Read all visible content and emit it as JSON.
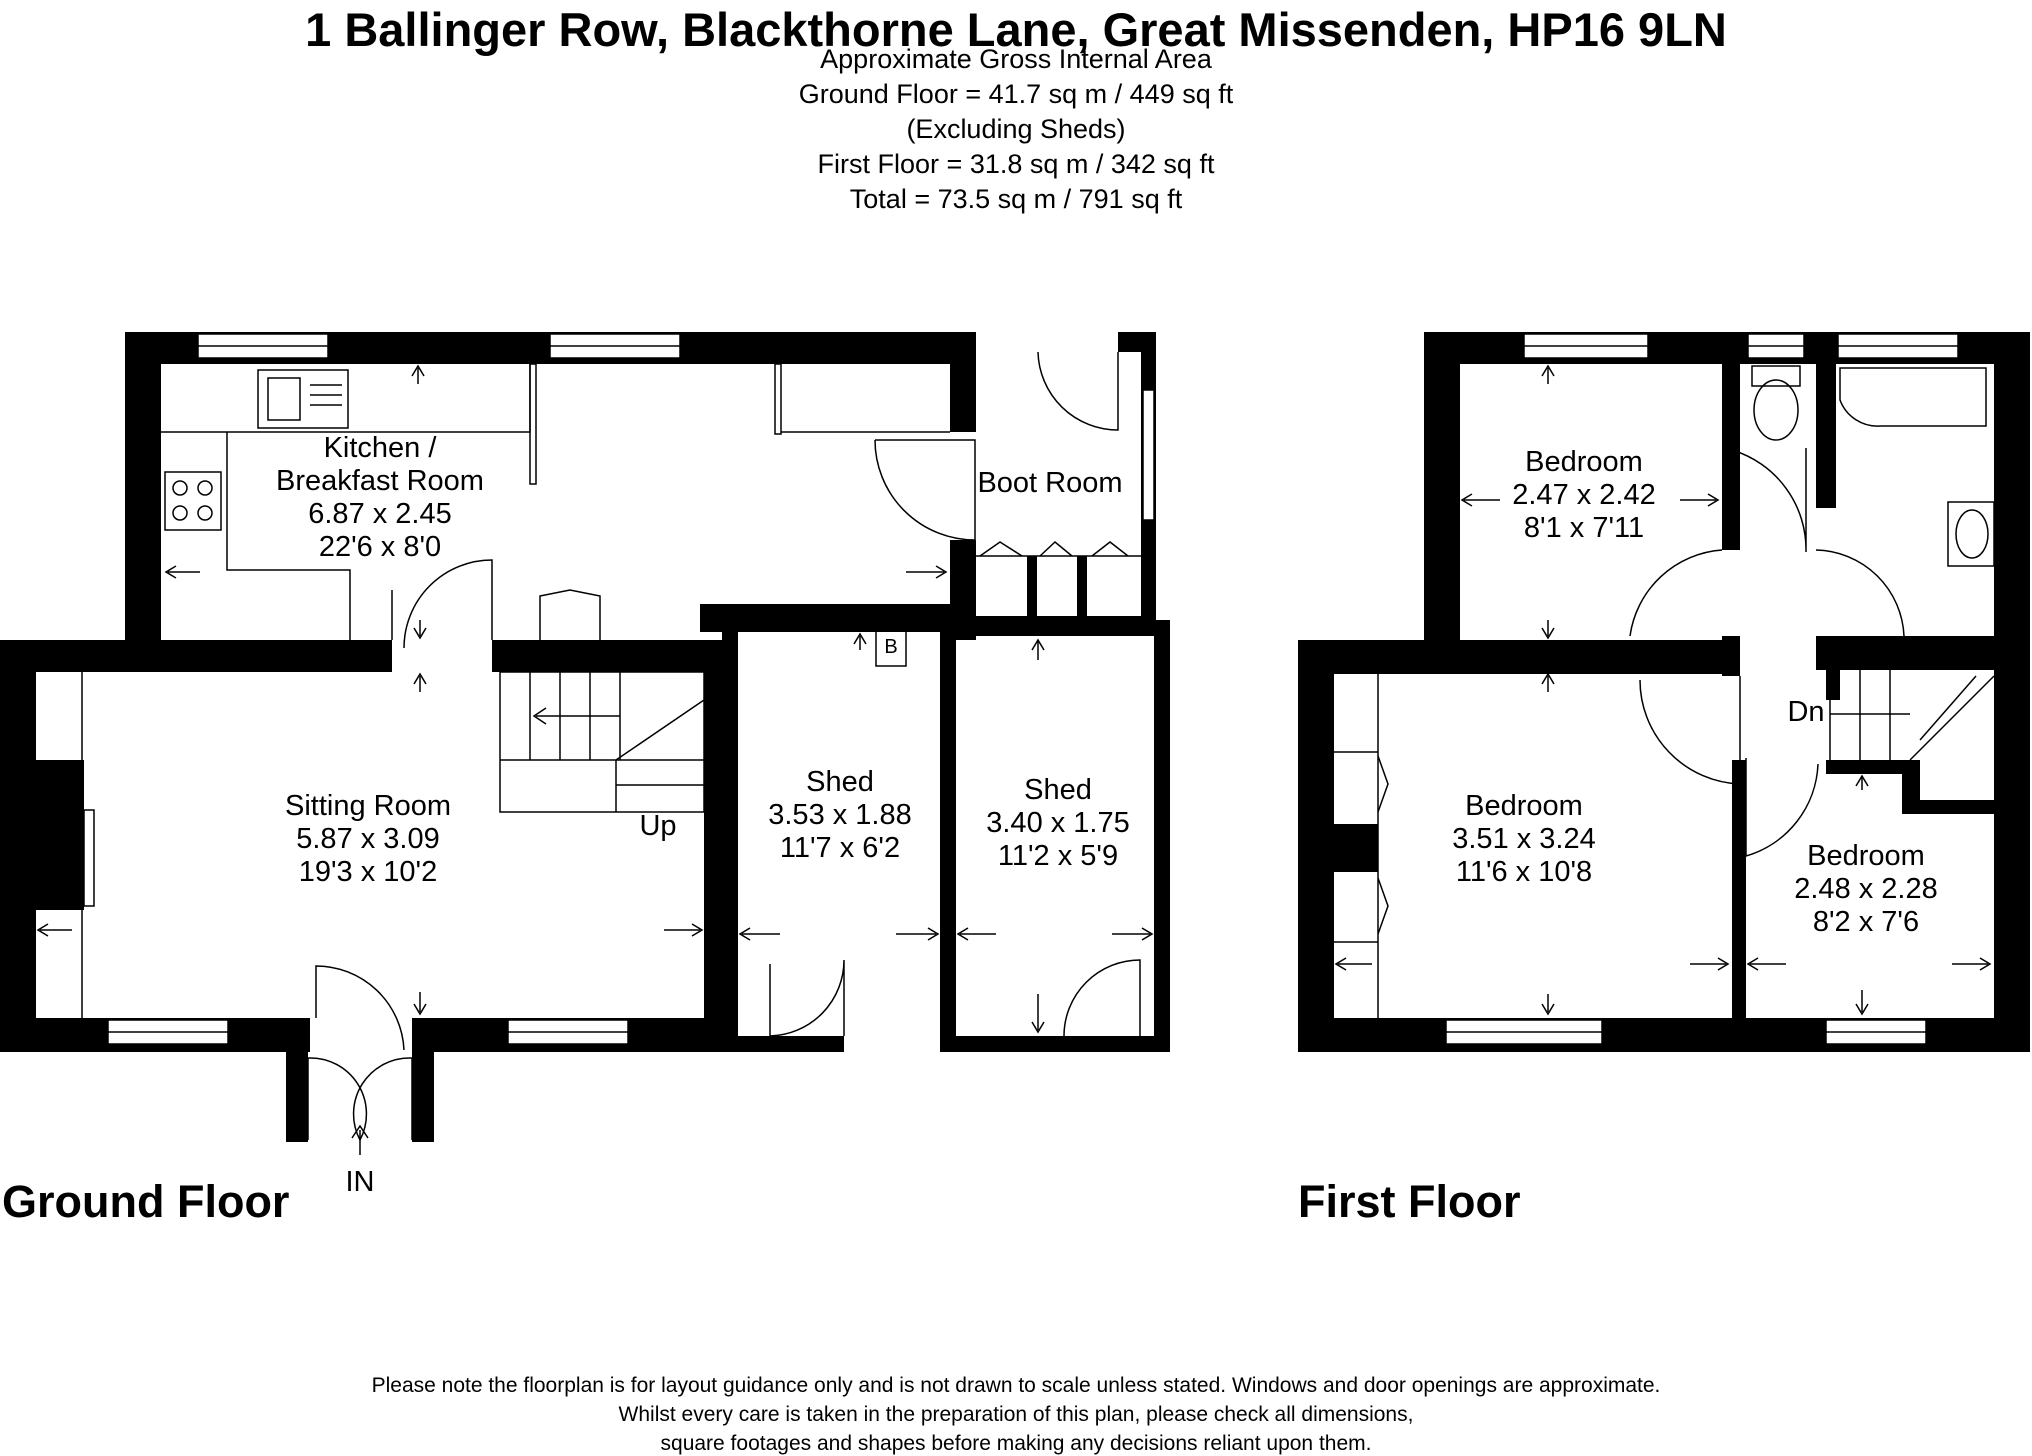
{
  "header": {
    "title": "1 Ballinger Row, Blackthorne Lane, Great Missenden, HP16 9LN",
    "area_heading": "Approximate Gross Internal Area",
    "ground_floor_area": "Ground Floor = 41.7 sq m / 449 sq ft",
    "excluding": "(Excluding Sheds)",
    "first_floor_area": "First Floor = 31.8 sq m / 342 sq ft",
    "total_area": "Total = 73.5 sq m / 791 sq ft"
  },
  "ground_floor": {
    "label": "Ground Floor",
    "rooms": {
      "kitchen": {
        "name1": "Kitchen /",
        "name2": "Breakfast Room",
        "metric": "6.87 x 2.45",
        "imperial": "22'6 x 8'0"
      },
      "boot_room": {
        "name": "Boot Room"
      },
      "sitting_room": {
        "name": "Sitting Room",
        "metric": "5.87 x 3.09",
        "imperial": "19'3 x 10'2"
      },
      "shed1": {
        "name": "Shed",
        "metric": "3.53 x 1.88",
        "imperial": "11'7 x 6'2"
      },
      "shed2": {
        "name": "Shed",
        "metric": "3.40 x 1.75",
        "imperial": "11'2 x 5'9"
      }
    },
    "stairs_label": "Up",
    "boiler_label": "B",
    "entrance_label": "IN"
  },
  "first_floor": {
    "label": "First Floor",
    "rooms": {
      "bedroom1": {
        "name": "Bedroom",
        "metric": "2.47 x 2.42",
        "imperial": "8'1 x 7'11"
      },
      "bedroom2": {
        "name": "Bedroom",
        "metric": "3.51 x 3.24",
        "imperial": "11'6 x 10'8"
      },
      "bedroom3": {
        "name": "Bedroom",
        "metric": "2.48 x 2.28",
        "imperial": "8'2 x 7'6"
      }
    },
    "stairs_label": "Dn"
  },
  "disclaimer": {
    "line1": "Please note the floorplan is for layout guidance only and is not drawn to scale unless stated. Windows and door openings are approximate.",
    "line2": "Whilst every care is taken in the preparation of this plan, please check all dimensions,",
    "line3": "square footages and shapes before making any decisions reliant upon them."
  }
}
